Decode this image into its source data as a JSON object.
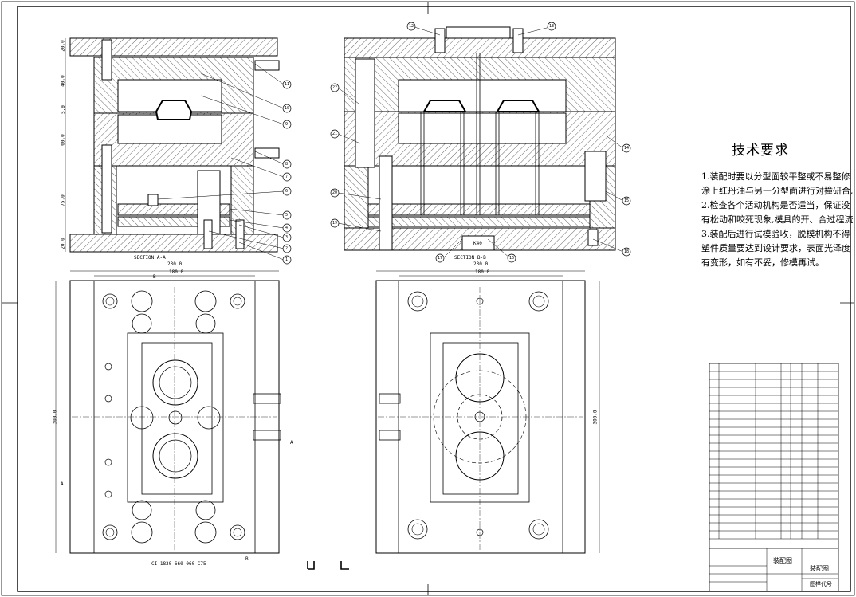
{
  "technical_requirements": {
    "title": "技术要求",
    "lines": [
      "1.装配时要以分型面较平整或不易整修",
      "涂上红丹油与另一分型面进行对撞研合,",
      "2.检查各个活动机构是否适当，保证没",
      "有松动和咬死现象,模具的开、合过程流",
      "3.装配后进行试模验收，脱模机构不得",
      "塑件质量要达到设计要求，表面光泽度",
      "有变形，如有不妥，修模再试。"
    ]
  },
  "section_labels": {
    "left": "SECTION A-A",
    "right": "SECTION B-B"
  },
  "dimensions": {
    "left_top": [
      "20.0",
      "40.0",
      "5.0",
      "60.0",
      "75.0",
      "20.0"
    ],
    "left_width_outer": "230.0",
    "left_width_inner": "180.0",
    "left_height": "300.0",
    "right_width_outer": "230.0",
    "right_width_inner": "180.0",
    "right_height": "300.0",
    "spacer_label": "K40"
  },
  "drawing_number": "CI-1830-660-060-C75",
  "view_markers": {
    "left_plan": [
      "B",
      "A",
      "A",
      "B"
    ]
  },
  "balloons_left": [
    "11",
    "10",
    "9",
    "8",
    "7",
    "6",
    "5",
    "4",
    "3",
    "2",
    "1"
  ],
  "balloons_right": [
    "12",
    "13",
    "22",
    "21",
    "14",
    "20",
    "15",
    "19",
    "18",
    "17",
    "16"
  ],
  "title_block": {
    "drawing_name_1": "装配图",
    "drawing_name_2": "装配图",
    "drawing_code": "图样代号"
  }
}
